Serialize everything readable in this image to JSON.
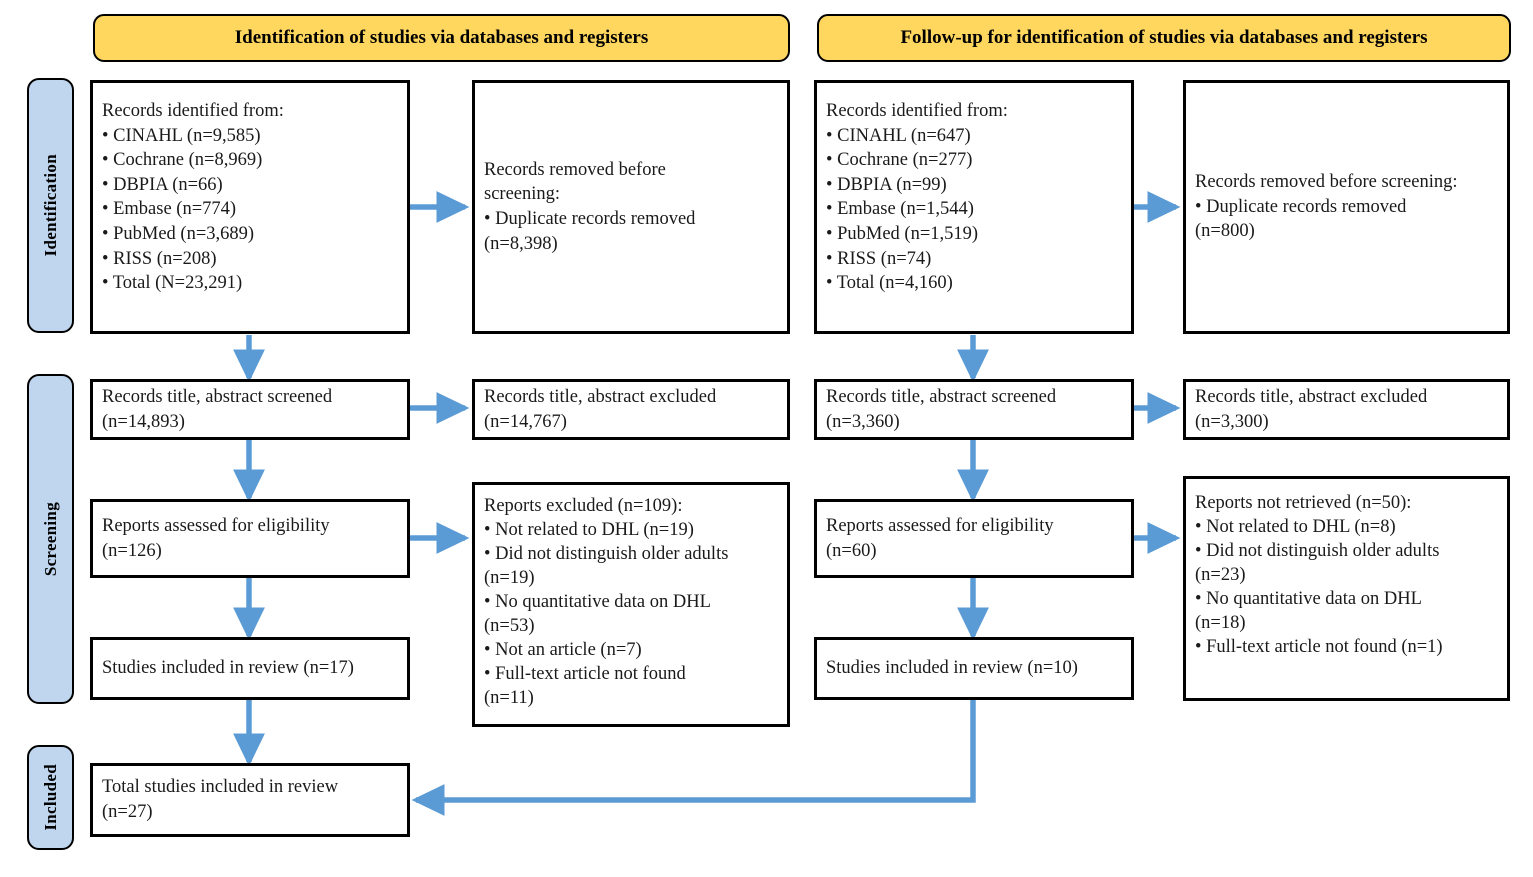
{
  "diagram": {
    "title": "PRISMA flow diagram",
    "colors": {
      "banner_fill": "#FFD75E",
      "stage_fill": "#C0D6EF",
      "arrow": "#5B9BD5",
      "border": "#000000"
    }
  },
  "banners": {
    "left": "Identification of studies via databases and registers",
    "right": "Follow-up for identification of studies via databases and registers"
  },
  "stages": [
    {
      "label": "Identification"
    },
    {
      "label": "Screening"
    },
    {
      "label": "Included"
    }
  ],
  "boxes": {
    "left_identified": [
      "Records identified from:",
      "• CINAHL (n=9,585)",
      "• Cochrane (n=8,969)",
      "• DBPIA (n=66)",
      "• Embase (n=774)",
      "• PubMed (n=3,689)",
      "• RISS (n=208)",
      "• Total (N=23,291)"
    ],
    "left_removed": [
      "Records removed before",
      "screening:",
      "• Duplicate records removed",
      "(n=8,398)"
    ],
    "left_screened": [
      "Records title, abstract screened",
      "(n=14,893)"
    ],
    "left_excluded": [
      "Records title, abstract excluded",
      "(n=14,767)"
    ],
    "left_eligibility": [
      "Reports assessed for eligibility",
      "(n=126)"
    ],
    "left_reports_excluded": [
      "Reports excluded (n=109):",
      "• Not related to DHL (n=19)",
      "• Did not distinguish older adults",
      "(n=19)",
      "• No quantitative data on DHL",
      "(n=53)",
      "• Not an article (n=7)",
      "• Full-text article not found",
      "(n=11)"
    ],
    "left_included": [
      "Studies included in review (n=17)"
    ],
    "right_identified": [
      "Records identified from:",
      "• CINAHL (n=647)",
      "• Cochrane (n=277)",
      "• DBPIA (n=99)",
      "• Embase (n=1,544)",
      "• PubMed (n=1,519)",
      "• RISS (n=74)",
      "• Total (n=4,160)"
    ],
    "right_removed": [
      "Records removed before screening:",
      "• Duplicate records removed",
      "(n=800)"
    ],
    "right_screened": [
      "Records title, abstract screened",
      "(n=3,360)"
    ],
    "right_excluded": [
      "Records title, abstract excluded",
      "(n=3,300)"
    ],
    "right_eligibility": [
      "Reports assessed for eligibility",
      "(n=60)"
    ],
    "right_not_retrieved": [
      "Reports not retrieved (n=50):",
      "• Not related to DHL (n=8)",
      "• Did not distinguish older adults",
      "(n=23)",
      "• No quantitative data on DHL",
      "(n=18)",
      "• Full-text article not found (n=1)"
    ],
    "right_included": [
      "Studies included in review (n=10)"
    ],
    "total_included": [
      "Total studies included in review",
      "(n=27)"
    ]
  },
  "chart_data": {
    "type": "diagram",
    "title": "PRISMA 2020 flow diagram for new systematic review including database and register searches with follow-up",
    "nodes": [
      {
        "id": "left_identified",
        "stage": "Identification",
        "column": "left",
        "records": 23291,
        "sources": [
          {
            "name": "CINAHL",
            "n": 9585
          },
          {
            "name": "Cochrane",
            "n": 8969
          },
          {
            "name": "DBPIA",
            "n": 66
          },
          {
            "name": "Embase",
            "n": 774
          },
          {
            "name": "PubMed",
            "n": 3689
          },
          {
            "name": "RISS",
            "n": 208
          }
        ]
      },
      {
        "id": "left_removed",
        "stage": "Identification",
        "column": "left",
        "duplicates_removed": 8398
      },
      {
        "id": "left_screened",
        "stage": "Screening",
        "column": "left",
        "n": 14893
      },
      {
        "id": "left_excluded",
        "stage": "Screening",
        "column": "left",
        "n": 14767
      },
      {
        "id": "left_eligibility",
        "stage": "Screening",
        "column": "left",
        "n": 126
      },
      {
        "id": "left_reports_excluded",
        "stage": "Screening",
        "column": "left",
        "n": 109,
        "reasons": [
          {
            "reason": "Not related to DHL",
            "n": 19
          },
          {
            "reason": "Did not distinguish older adults",
            "n": 19
          },
          {
            "reason": "No quantitative data on DHL",
            "n": 53
          },
          {
            "reason": "Not an article",
            "n": 7
          },
          {
            "reason": "Full-text article not found",
            "n": 11
          }
        ]
      },
      {
        "id": "left_included",
        "stage": "Included",
        "column": "left",
        "n": 17
      },
      {
        "id": "right_identified",
        "stage": "Identification",
        "column": "right",
        "records": 4160,
        "sources": [
          {
            "name": "CINAHL",
            "n": 647
          },
          {
            "name": "Cochrane",
            "n": 277
          },
          {
            "name": "DBPIA",
            "n": 99
          },
          {
            "name": "Embase",
            "n": 1544
          },
          {
            "name": "PubMed",
            "n": 1519
          },
          {
            "name": "RISS",
            "n": 74
          }
        ]
      },
      {
        "id": "right_removed",
        "stage": "Identification",
        "column": "right",
        "duplicates_removed": 800
      },
      {
        "id": "right_screened",
        "stage": "Screening",
        "column": "right",
        "n": 3360
      },
      {
        "id": "right_excluded",
        "stage": "Screening",
        "column": "right",
        "n": 3300
      },
      {
        "id": "right_eligibility",
        "stage": "Screening",
        "column": "right",
        "n": 60
      },
      {
        "id": "right_not_retrieved",
        "stage": "Screening",
        "column": "right",
        "n": 50,
        "reasons": [
          {
            "reason": "Not related to DHL",
            "n": 8
          },
          {
            "reason": "Did not distinguish older adults",
            "n": 23
          },
          {
            "reason": "No quantitative data on DHL",
            "n": 18
          },
          {
            "reason": "Full-text article not found",
            "n": 1
          }
        ]
      },
      {
        "id": "total_included",
        "stage": "Included",
        "column": "left",
        "n": 27
      }
    ],
    "edges": [
      {
        "from": "left_identified",
        "to": "left_removed"
      },
      {
        "from": "left_identified",
        "to": "left_screened"
      },
      {
        "from": "left_screened",
        "to": "left_excluded"
      },
      {
        "from": "left_screened",
        "to": "left_eligibility"
      },
      {
        "from": "left_eligibility",
        "to": "left_reports_excluded"
      },
      {
        "from": "left_eligibility",
        "to": "left_included"
      },
      {
        "from": "left_included",
        "to": "total_included"
      },
      {
        "from": "right_identified",
        "to": "right_removed"
      },
      {
        "from": "right_identified",
        "to": "right_screened"
      },
      {
        "from": "right_screened",
        "to": "right_excluded"
      },
      {
        "from": "right_screened",
        "to": "right_eligibility"
      },
      {
        "from": "right_eligibility",
        "to": "right_not_retrieved"
      },
      {
        "from": "right_eligibility",
        "to": "right_included"
      },
      {
        "from": "right_included",
        "to": "total_included"
      }
    ]
  }
}
